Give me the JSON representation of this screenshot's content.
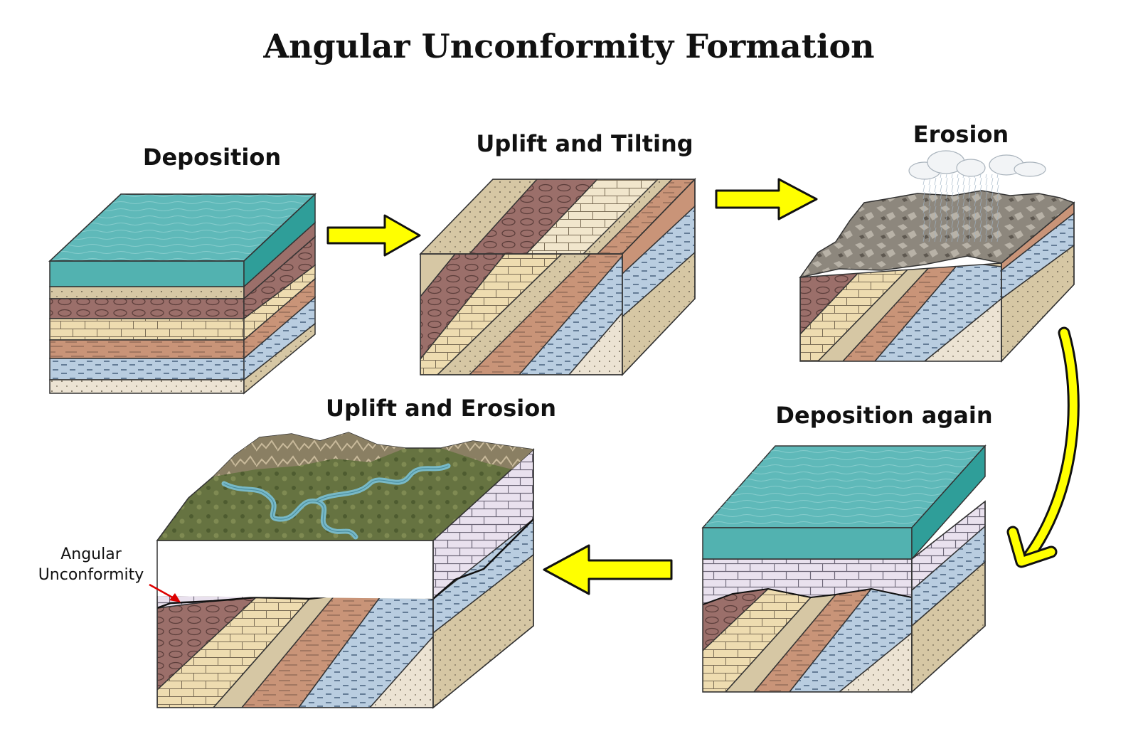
{
  "title": "Angular Unconformity Formation",
  "stages": [
    {
      "label": "Deposition"
    },
    {
      "label": "Uplift and Tilting"
    },
    {
      "label": "Erosion"
    },
    {
      "label": "Deposition again"
    },
    {
      "label": "Uplift and Erosion"
    }
  ],
  "annotation": {
    "line1": "Angular",
    "line2": "Unconformity"
  },
  "colors": {
    "water": "#5fb9b9",
    "water_side": "#3aa7a2",
    "sand": "#d6c7a4",
    "brown": "#9b6f6a",
    "limestone": "#eedcb0",
    "orange_brown": "#c99478",
    "shale_blue": "#b9cde0",
    "pale": "#ece3d3",
    "cap_limestone": "#e9e1ee",
    "arrow": "#ffff00",
    "rock_grey": "#9a948a",
    "land_green": "#6f7b45",
    "river": "#78b9c7",
    "pointer": "#dd0000"
  }
}
